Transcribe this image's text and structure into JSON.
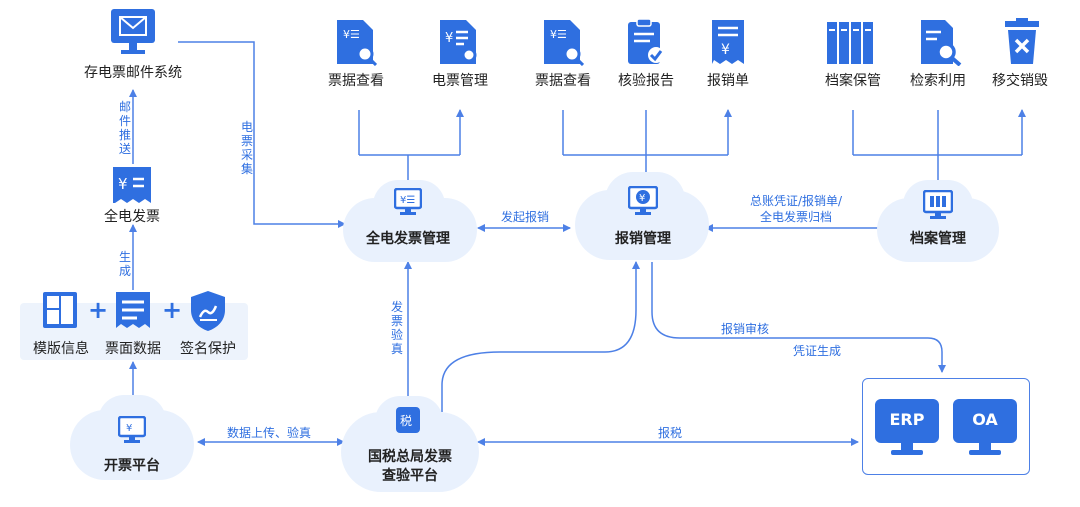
{
  "nodes": {
    "email_system": "存电票邮件系统",
    "full_invoice": "全电发票",
    "template_info": "模版信息",
    "invoice_data": "票面数据",
    "signature": "签名保护",
    "billing_platform": "开票平台",
    "invoice_mgmt": "全电发票管理",
    "reimburse_mgmt": "报销管理",
    "archive_mgmt": "档案管理",
    "tax_platform_line1": "国税总局发票",
    "tax_platform_line2": "查验平台",
    "erp": "ERP",
    "oa": "OA"
  },
  "top_icons": {
    "invoice_view_1": "票据查看",
    "einvoice_mgmt": "电票管理",
    "invoice_view_2": "票据查看",
    "verify_report": "核验报告",
    "reimburse_form": "报销单",
    "archive_keep": "档案保管",
    "search_use": "检索利用",
    "transfer_destroy": "移交销毁"
  },
  "edge_labels": {
    "mail_push": "邮件推送",
    "generate": "生成",
    "einvoice_collect": "电票采集",
    "start_reimburse": "发起报销",
    "archive_line1": "总账凭证/报销单/",
    "archive_line2": "全电发票归档",
    "verify": "发票验真",
    "upload": "数据上传、验真",
    "reimburse_audit": "报销审核",
    "voucher_gen": "凭证生成",
    "tax_report": "报税"
  },
  "colors": {
    "accent": "#2f6fe0",
    "line": "#4d80e6",
    "cloud": "#e9f1fd",
    "text": "#222222"
  }
}
